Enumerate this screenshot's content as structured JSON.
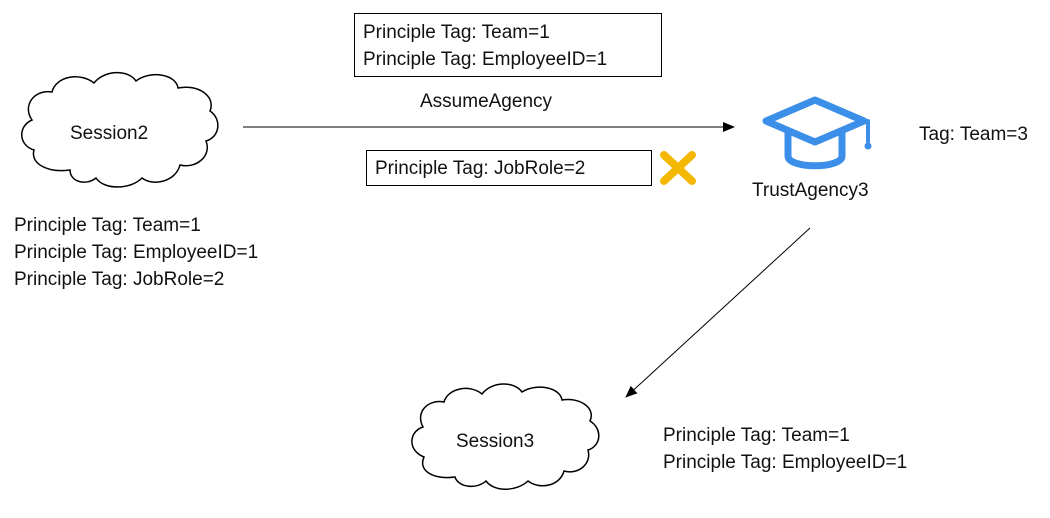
{
  "nodes": {
    "session2": {
      "label": "Session2",
      "tags": [
        "Principle Tag: Team=1",
        "Principle Tag: EmployeeID=1",
        "Principle Tag: JobRole=2"
      ]
    },
    "trust_agency": {
      "label": "TrustAgency3",
      "tag": "Tag: Team=3",
      "icon": "graduation-cap-icon",
      "icon_color": "#3b8fe8"
    },
    "session3": {
      "label": "Session3",
      "tags": [
        "Principle Tag: Team=1",
        "Principle Tag: EmployeeID=1"
      ]
    }
  },
  "edges": {
    "assume": {
      "label": "AssumeAgency",
      "passed_tags": [
        "Principle Tag: Team=1",
        "Principle Tag: EmployeeID=1"
      ],
      "blocked_tags": [
        "Principle Tag: JobRole=2"
      ],
      "blocked_icon": "cross-icon",
      "blocked_color": "#f5b800"
    }
  }
}
